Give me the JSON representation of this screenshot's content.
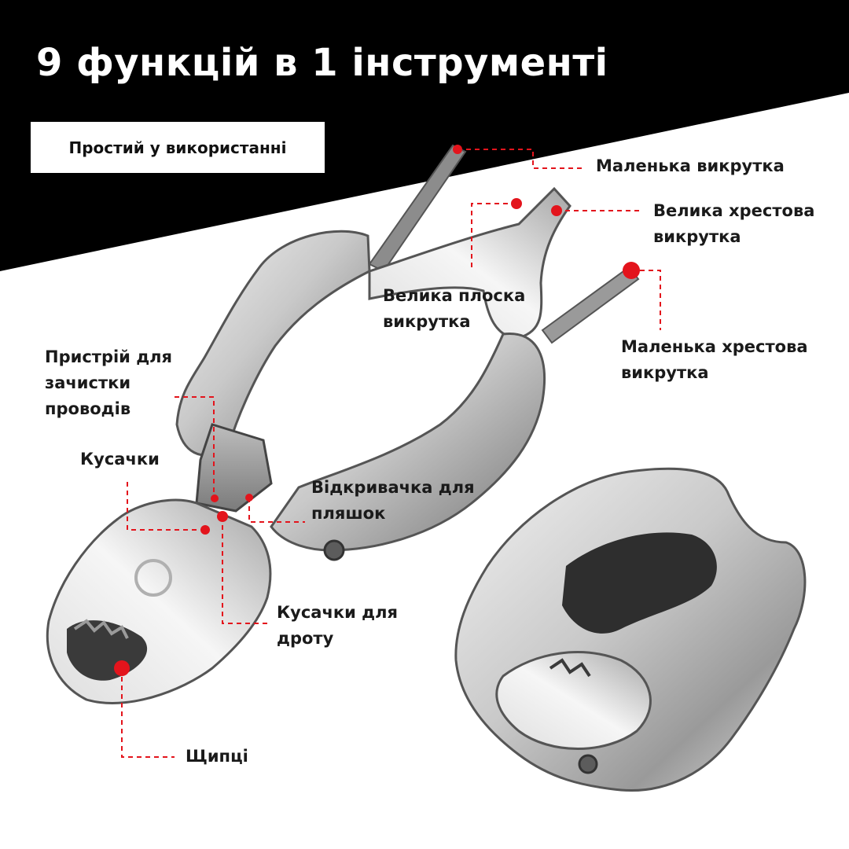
{
  "title": "9 функцій в 1 інструменті",
  "badge": "Простий у використанні",
  "labels": {
    "small_screwdriver": "Маленька викрутка",
    "large_phillips": "Велика хрестова\nвикрутка",
    "large_flat": "Велика плоска\nвикрутка",
    "small_phillips": "Маленька хрестова\nвикрутка",
    "wire_stripper": "Пристрій для\nзачистки\nпроводів",
    "nippers": "Кусачки",
    "bottle_opener": "Відкривачка для\nпляшок",
    "wire_cutters": "Кусачки для\nдроту",
    "pliers": "Щипці"
  },
  "colors": {
    "header_bg": "#000000",
    "marker": "#e3141c",
    "steel_dark": "#6f6f6f",
    "steel_mid": "#a9a9a9",
    "steel_light": "#e7e7e7"
  }
}
